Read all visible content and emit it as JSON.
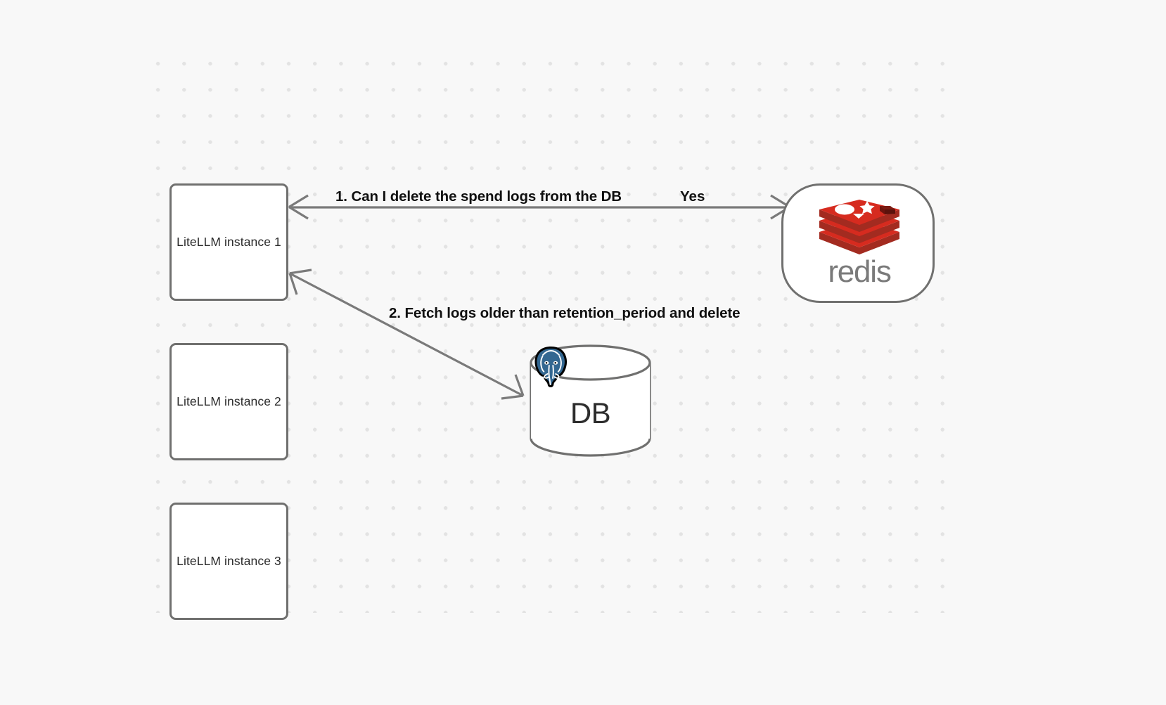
{
  "diagram": {
    "type": "flow-diagram",
    "background_color": "#f8f8f8",
    "grid": "dot-grid",
    "nodes": [
      {
        "id": "litellm-1",
        "label": "LiteLLM instance 1",
        "shape": "rounded-rect"
      },
      {
        "id": "litellm-2",
        "label": "LiteLLM instance 2",
        "shape": "rounded-rect"
      },
      {
        "id": "litellm-3",
        "label": "LiteLLM instance 3",
        "shape": "rounded-rect"
      },
      {
        "id": "redis",
        "label": "redis",
        "shape": "stadium",
        "logo": "redis-logo",
        "accent": "#d62b1f"
      },
      {
        "id": "db",
        "label": "DB",
        "shape": "cylinder",
        "logo": "postgresql-elephant-logo",
        "accent": "#336791"
      }
    ],
    "edges": [
      {
        "id": "edge-1",
        "from": "litellm-1",
        "to": "redis",
        "label": "1.  Can I delete the spend logs from the DB",
        "reply_label": "Yes",
        "direction": "bidirectional"
      },
      {
        "id": "edge-2",
        "from": "litellm-1",
        "to": "db",
        "label": "2.  Fetch logs older than retention_period and delete",
        "direction": "bidirectional"
      }
    ]
  },
  "colors": {
    "node_border": "#70706f",
    "node_fill": "#ffffff",
    "edge_stroke": "#7a7a7a",
    "label_text": "#101010",
    "node_text": "#2b2b2b",
    "redis_red": "#d62b1f",
    "redis_gray": "#7a7a7a",
    "postgres_blue": "#336791"
  }
}
